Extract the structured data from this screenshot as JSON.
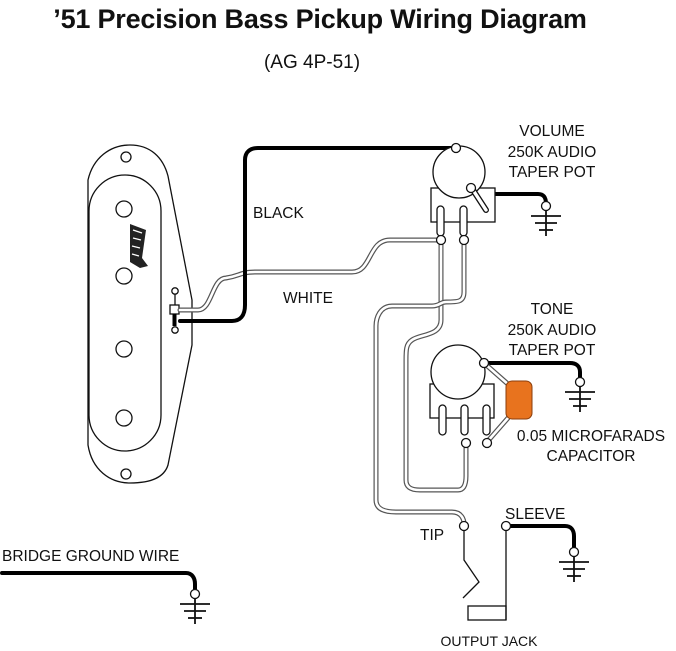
{
  "title": "’51 Precision Bass Pickup Wiring Diagram",
  "subtitle": "(AG 4P-51)",
  "components": {
    "pickup": {
      "name": "Precision Bass Pickup",
      "pole_pieces": 4,
      "logo": "aguilar-logo"
    },
    "volume_pot": {
      "lines": [
        "VOLUME",
        "250K AUDIO",
        "TAPER POT"
      ]
    },
    "tone_pot": {
      "lines": [
        "TONE",
        "250K AUDIO",
        "TAPER POT"
      ]
    },
    "capacitor": {
      "lines": [
        "0.05 MICROFARADS",
        "CAPACITOR"
      ],
      "color": "#E8731E"
    },
    "output_jack": {
      "label": "OUTPUT JACK",
      "tip_label": "TIP",
      "sleeve_label": "SLEEVE"
    },
    "bridge_ground": {
      "label": "BRIDGE GROUND WIRE"
    }
  },
  "wires": {
    "black_label": "BLACK",
    "white_label": "WHITE"
  },
  "colors": {
    "black_wire": "#000000",
    "white_wire": "#FFFFFF",
    "capacitor": "#E8731E"
  }
}
